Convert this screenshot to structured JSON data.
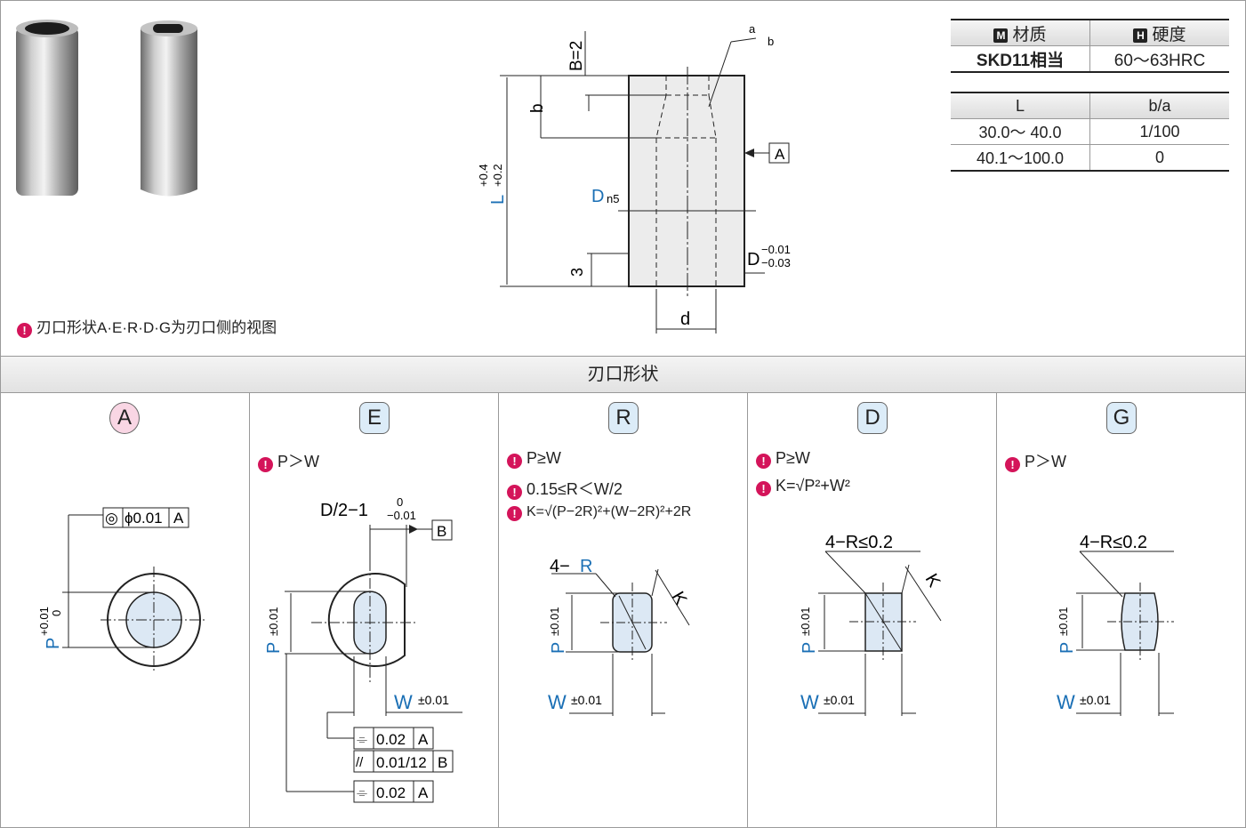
{
  "note": {
    "icon": "info-bulb-icon",
    "text": "刃口形状A·E·R·D·G为刃口侧的视图"
  },
  "section_title": "刃口形状",
  "material_table": {
    "header_material_badge": "M",
    "header_material": "材质",
    "header_hardness_badge": "H",
    "header_hardness": "硬度",
    "material": "SKD11相当",
    "hardness": "60～63HRC"
  },
  "tolerance_table": {
    "col_l": "L",
    "col_ba": "b/a",
    "rows": [
      {
        "l": "30.0～ 40.0",
        "ba": "1/100"
      },
      {
        "l": "40.1～100.0",
        "ba": "0"
      }
    ]
  },
  "main_drawing": {
    "b_eq": "B=2",
    "b": "b",
    "a": "a",
    "b_small": "b",
    "datum_a": "A",
    "dn5": "D",
    "dn5_sub": "n5",
    "l": "L",
    "l_tol_up": "+0.4",
    "l_tol_dn": "+0.2",
    "three": "3",
    "d_minus": "D",
    "d_tol_up": "−0.01",
    "d_tol_dn": "−0.03",
    "d": "d"
  },
  "shapes": [
    {
      "label": "A",
      "color": "#f9d6e4",
      "conditions": []
    },
    {
      "label": "E",
      "color": "#dcecf8",
      "conditions": [
        "P＞W"
      ]
    },
    {
      "label": "R",
      "color": "#dcecf8",
      "conditions": [
        "P≥W",
        "0.15≤R＜W/2",
        "K=√(P−2R)²+(W−2R)²+2R"
      ]
    },
    {
      "label": "D",
      "color": "#dcecf8",
      "conditions": [
        "P≥W",
        "K=√P²+W²"
      ]
    },
    {
      "label": "G",
      "color": "#dcecf8",
      "conditions": [
        "P＞W"
      ]
    }
  ],
  "shape_a": {
    "p": "P",
    "tol_up": "+0.01",
    "tol_dn": "0",
    "fcf_symbol": "◎",
    "fcf_value": "ϕ0.01",
    "fcf_datum": "A"
  },
  "shape_e": {
    "half": "D/2−1",
    "half_tol_up": "0",
    "half_tol_dn": "−0.01",
    "datum_b": "B",
    "p": "P",
    "p_tol": "±0.01",
    "w": "W",
    "w_tol": "±0.01",
    "fcf1_sym": "⌯",
    "fcf1_val": "0.02",
    "fcf1_datum": "A",
    "fcf2_sym": "//",
    "fcf2_val": "0.01/12",
    "fcf2_datum": "B",
    "fcf3_sym": "⌯",
    "fcf3_val": "0.02",
    "fcf3_datum": "A"
  },
  "shape_r": {
    "r_label": "4−",
    "r": "R",
    "k": "K",
    "p": "P",
    "p_tol": "±0.01",
    "w": "W",
    "w_tol": "±0.01"
  },
  "shape_d": {
    "r_label": "4−R≤0.2",
    "k": "K",
    "p": "P",
    "p_tol": "±0.01",
    "w": "W",
    "w_tol": "±0.01"
  },
  "shape_g": {
    "r_label": "4−R≤0.2",
    "p": "P",
    "p_tol": "±0.01",
    "w": "W",
    "w_tol": "±0.01"
  },
  "colors": {
    "accent_blue": "#1a6fb5",
    "pink": "#d4145a",
    "fill_part": "#dce8f4",
    "fill_body": "#ececec"
  }
}
